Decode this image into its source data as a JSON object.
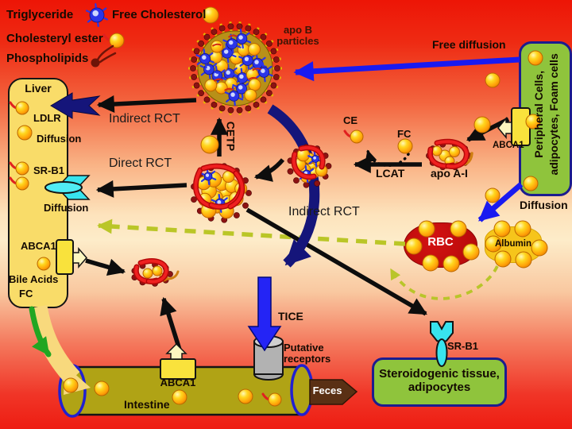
{
  "legend": {
    "triglyceride": "Triglyceride",
    "free_cholesterol": "Free Cholesterol",
    "cholesteryl_ester": "Cholesteryl ester",
    "phospholipids": "Phospholipids"
  },
  "liver": {
    "title": "Liver",
    "ldlr": "LDLR",
    "diffusion_top": "Diffusion",
    "srb1": "SR-B1",
    "diffusion_bottom": "Diffusion",
    "abca1": "ABCA1",
    "bile_acids": "Bile Acids",
    "fc": "FC"
  },
  "apo_b": {
    "line1": "apo B",
    "line2": "particles"
  },
  "peripheral": {
    "line1": "Peripheral Cells,",
    "line2": "adipocytes, Foam cells",
    "abca1": "ABCA1",
    "diffusion": "Diffusion"
  },
  "pathways": {
    "free_diffusion": "Free diffusion",
    "indirect_rct_top": "Indirect RCT",
    "direct_rct": "Direct RCT",
    "indirect_rct_mid": "Indirect RCT",
    "cetp": "CETP",
    "lcat": "LCAT",
    "tice": "TICE"
  },
  "hdl": {
    "ce": "CE",
    "fc": "FC",
    "apo_ai": "apo A-I"
  },
  "blood": {
    "rbc": "RBC",
    "albumin": "Albumin"
  },
  "intestine": {
    "abca1": "ABCA1",
    "label": "Intestine",
    "putative_line1": "Putative",
    "putative_line2": "receptors",
    "feces": "Feces"
  },
  "steroidogenic": {
    "srb1": "SR-B1",
    "line1": "Steroidogenic tissue,",
    "line2": "adipocytes"
  },
  "colors": {
    "background_red": "#ee1d12",
    "liver_fill": "#f9dc69",
    "cell_green": "#8fc43c",
    "navy": "#15157a",
    "bright_blue": "#2424f5",
    "olive_dash": "#b9c52a",
    "rbc_red": "#c30c0c",
    "albumin_yellow": "#f6c51b",
    "ball_orange": "#ffa008",
    "ribbon_red": "#e81414",
    "cyan_receptor": "#38e4ee",
    "transporter_yellow": "#f9e23c",
    "feces_brown": "#5a3014",
    "intestine_olive": "#b0a315",
    "green_arrow": "#22a622"
  }
}
